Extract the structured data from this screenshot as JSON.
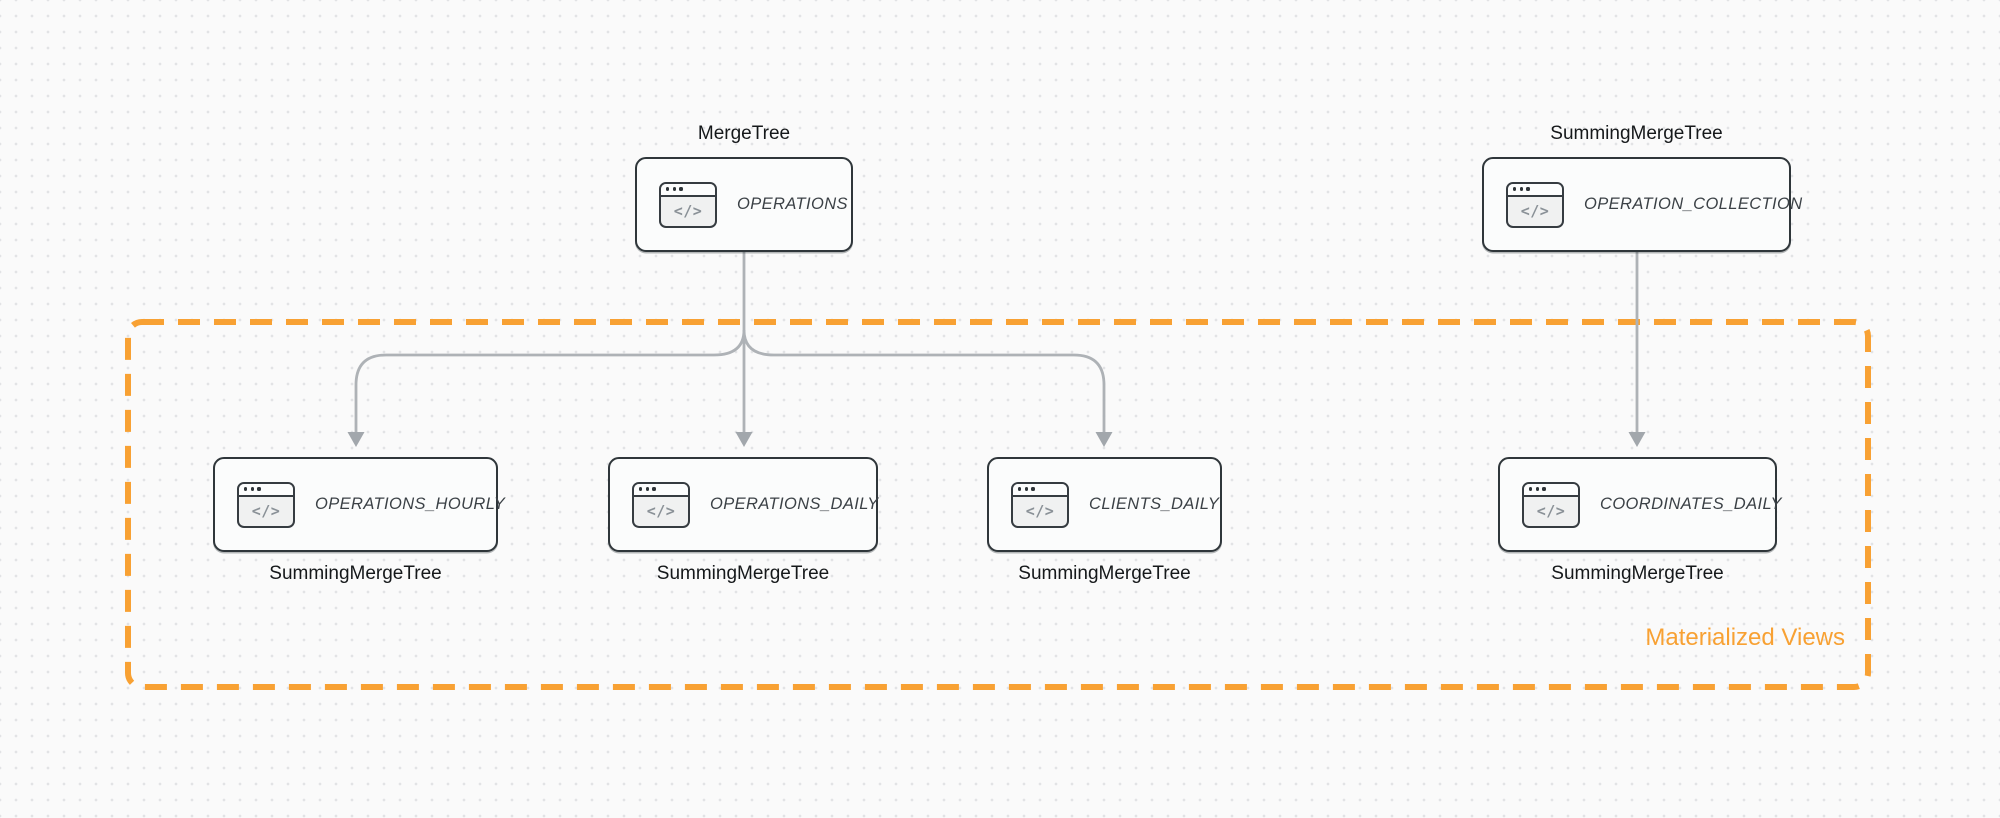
{
  "diagram": {
    "group_label": "Materialized Views",
    "accent_color": "#f8a133",
    "arrow_color": "#aeb2b6",
    "icon_glyph": "</>",
    "nodes": {
      "operations": {
        "name": "OPERATIONS",
        "engine": "MergeTree"
      },
      "operation_collection": {
        "name": "OPERATION_COLLECTION",
        "engine": "SummingMergeTree"
      },
      "operations_hourly": {
        "name": "OPERATIONS_HOURLY",
        "engine": "SummingMergeTree"
      },
      "operations_daily": {
        "name": "OPERATIONS_DAILY",
        "engine": "SummingMergeTree"
      },
      "clients_daily": {
        "name": "CLIENTS_DAILY",
        "engine": "SummingMergeTree"
      },
      "coordinates_daily": {
        "name": "COORDINATES_DAILY",
        "engine": "SummingMergeTree"
      }
    },
    "edges": [
      {
        "from": "OPERATIONS",
        "to": "OPERATIONS_HOURLY"
      },
      {
        "from": "OPERATIONS",
        "to": "OPERATIONS_DAILY"
      },
      {
        "from": "OPERATIONS",
        "to": "CLIENTS_DAILY"
      },
      {
        "from": "OPERATION_COLLECTION",
        "to": "COORDINATES_DAILY"
      }
    ]
  }
}
